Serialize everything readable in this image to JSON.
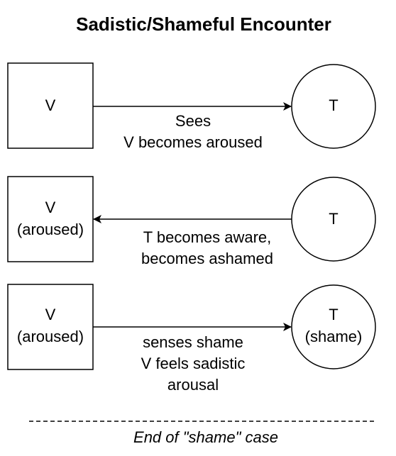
{
  "title": "Sadistic/Shameful Encounter",
  "rows": [
    {
      "left_node": {
        "shape": "rectangle",
        "lines": [
          "V"
        ]
      },
      "right_node": {
        "shape": "circle",
        "lines": [
          "T"
        ]
      },
      "arrow_direction": "left-to-right",
      "edge_label": [
        "Sees",
        "V becomes aroused"
      ]
    },
    {
      "left_node": {
        "shape": "rectangle",
        "lines": [
          "V",
          "(aroused)"
        ]
      },
      "right_node": {
        "shape": "circle",
        "lines": [
          "T"
        ]
      },
      "arrow_direction": "right-to-left",
      "edge_label": [
        "T becomes aware,",
        "becomes ashamed"
      ]
    },
    {
      "left_node": {
        "shape": "rectangle",
        "lines": [
          "V",
          "(aroused)"
        ]
      },
      "right_node": {
        "shape": "circle",
        "lines": [
          "T",
          "(shame)"
        ]
      },
      "arrow_direction": "left-to-right",
      "edge_label": [
        "senses shame",
        "V feels sadistic",
        "arousal"
      ]
    }
  ],
  "footer": "End of \"shame\" case",
  "colors": {
    "stroke": "#000000",
    "background": "#ffffff"
  }
}
